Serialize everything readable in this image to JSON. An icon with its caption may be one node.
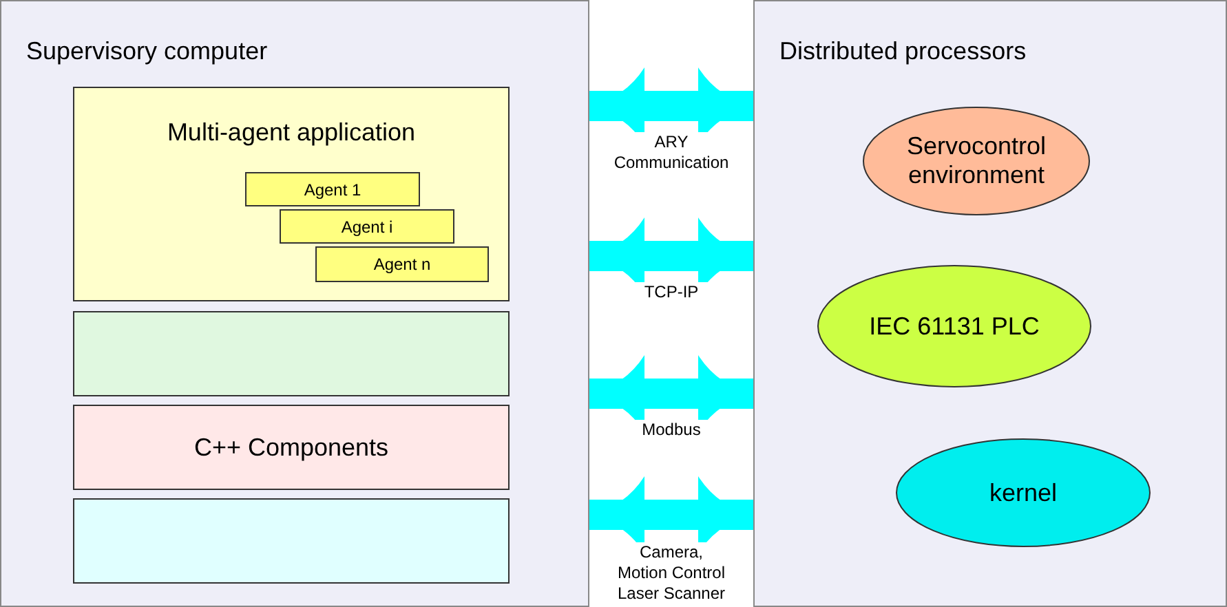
{
  "diagram": {
    "nodes": [
      {
        "text": [
          "Supervisory computer"
        ]
      },
      {
        "text": [
          "Multi-agent application"
        ],
        "in": 0
      },
      {
        "text": [
          "Agent 1"
        ],
        "in": 1
      },
      {
        "text": [
          "Agent i"
        ],
        "in": 1
      },
      {
        "text": [
          "Agent n"
        ],
        "in": 1
      },
      {
        "text": [],
        "shape": "box",
        "in": 0
      },
      {
        "text": [
          "C++ Components"
        ],
        "in": 0
      },
      {
        "text": [],
        "shape": "box",
        "in": 0
      },
      {
        "text": [
          "Distributed processors"
        ]
      },
      {
        "text": [
          "Servocontrol environment"
        ],
        "in": 8
      },
      {
        "text": [
          "IEC 61131 PLC"
        ],
        "in": 8
      },
      {
        "text": [
          "kernel"
        ],
        "in": 8
      }
    ],
    "edges": [
      {
        "from": 0,
        "to": 8,
        "arrow": "both",
        "label": "ARY Communication"
      },
      {
        "from": 0,
        "to": 8,
        "arrow": "both",
        "label": "TCP-IP"
      },
      {
        "from": 0,
        "to": 8,
        "arrow": "both",
        "label": "Modbus"
      },
      {
        "from": 0,
        "to": 8,
        "arrow": "both",
        "label": "Camera, Motion Control Laser Scanner"
      }
    ]
  }
}
